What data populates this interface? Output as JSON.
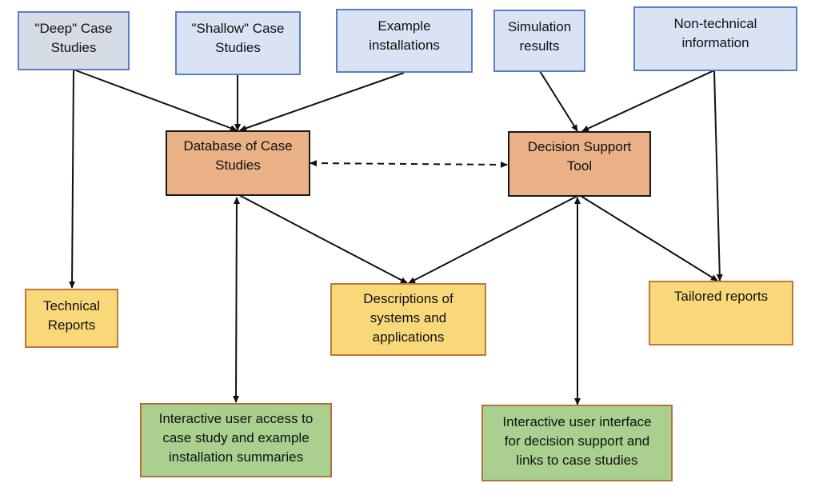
{
  "diagram": {
    "sources": {
      "deep": "\"Deep\" Case\nStudies",
      "shallow": "\"Shallow\" Case\nStudies",
      "examples": "Example\ninstallations",
      "simulation": "Simulation\nresults",
      "nontechnical": "Non-technical\ninformation"
    },
    "core": {
      "database": "Database of Case\nStudies",
      "dst": "Decision Support\nTool"
    },
    "outputs": {
      "technical": "Technical\nReports",
      "descriptions": "Descriptions of\nsystems and\napplications",
      "tailored": "Tailored reports"
    },
    "interfaces": {
      "access": "Interactive user access to\ncase study and example\ninstallation  summaries",
      "ui": "Interactive user interface\nfor decision support and\nlinks to case studies"
    },
    "colors": {
      "source_fill": "#dae3f3",
      "source_border": "#5b7ec7",
      "core_fill": "#e9b185",
      "output_fill": "#f9d87a",
      "interface_fill": "#a9d08e",
      "arrow": "#111111"
    }
  }
}
